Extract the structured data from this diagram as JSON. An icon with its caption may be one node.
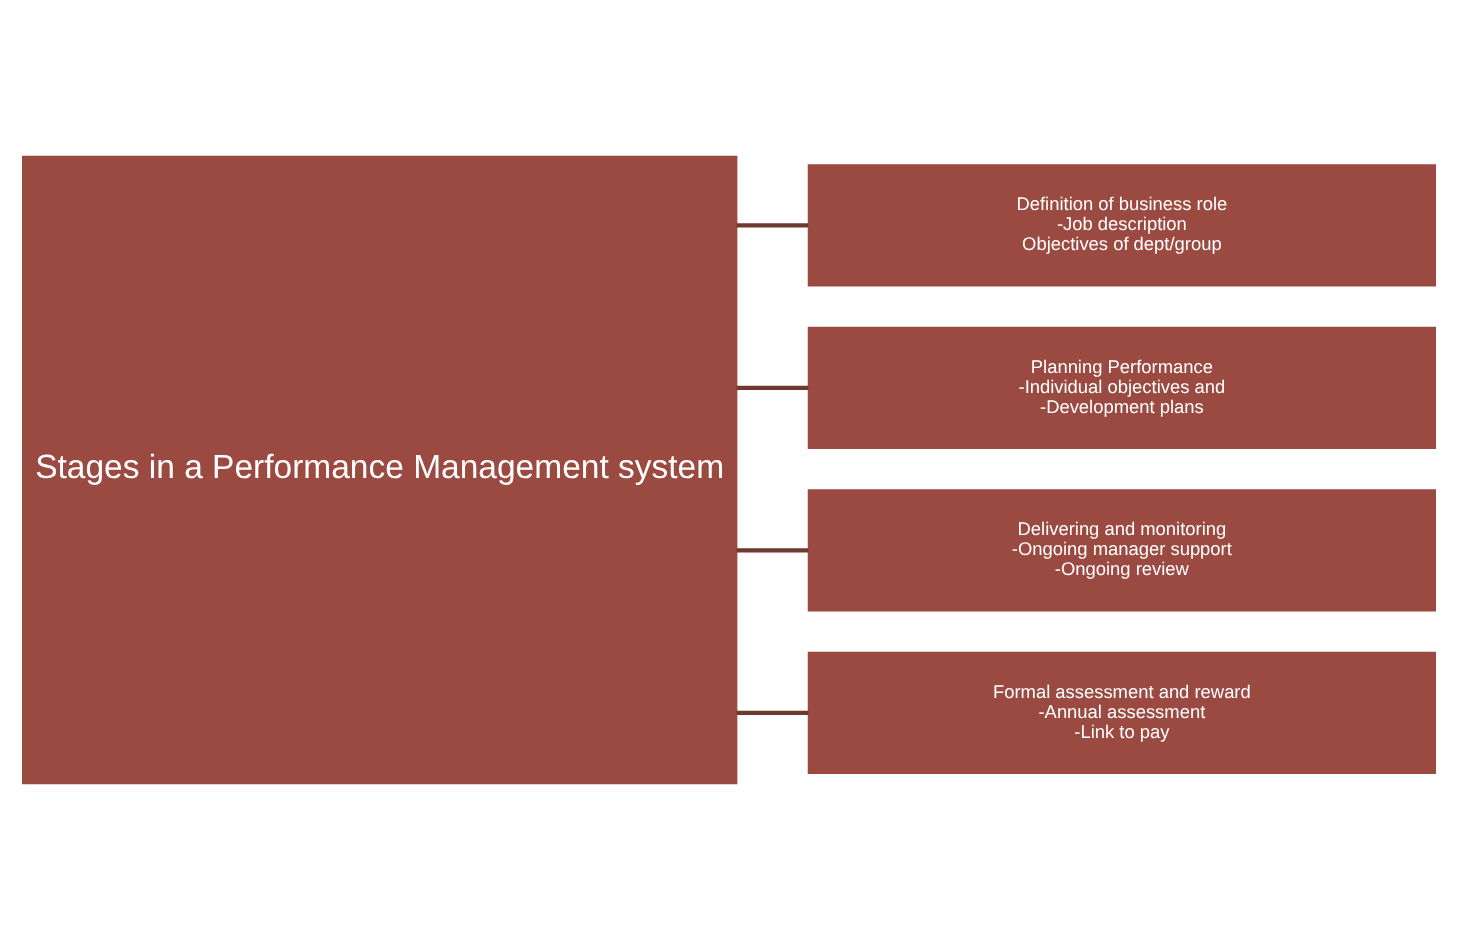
{
  "diagram": {
    "nodes": [
      {
        "text": [
          "Stages in a Performance Management system"
        ]
      },
      {
        "text": [
          "Definition of business role",
          "-Job description",
          "Objectives of dept/group"
        ]
      },
      {
        "text": [
          "Planning Performance",
          "-Individual objectives and",
          "-Development plans"
        ]
      },
      {
        "text": [
          "Delivering and monitoring",
          "-Ongoing manager support",
          "-Ongoing review"
        ]
      },
      {
        "text": [
          "Formal assessment and reward",
          "-Annual assessment",
          "-Link to pay"
        ]
      }
    ],
    "edges": [
      {
        "from": 0,
        "to": 1,
        "arrow": "none"
      },
      {
        "from": 0,
        "to": 2,
        "arrow": "none"
      },
      {
        "from": 0,
        "to": 3,
        "arrow": "none"
      },
      {
        "from": 0,
        "to": 4,
        "arrow": "none"
      }
    ]
  }
}
